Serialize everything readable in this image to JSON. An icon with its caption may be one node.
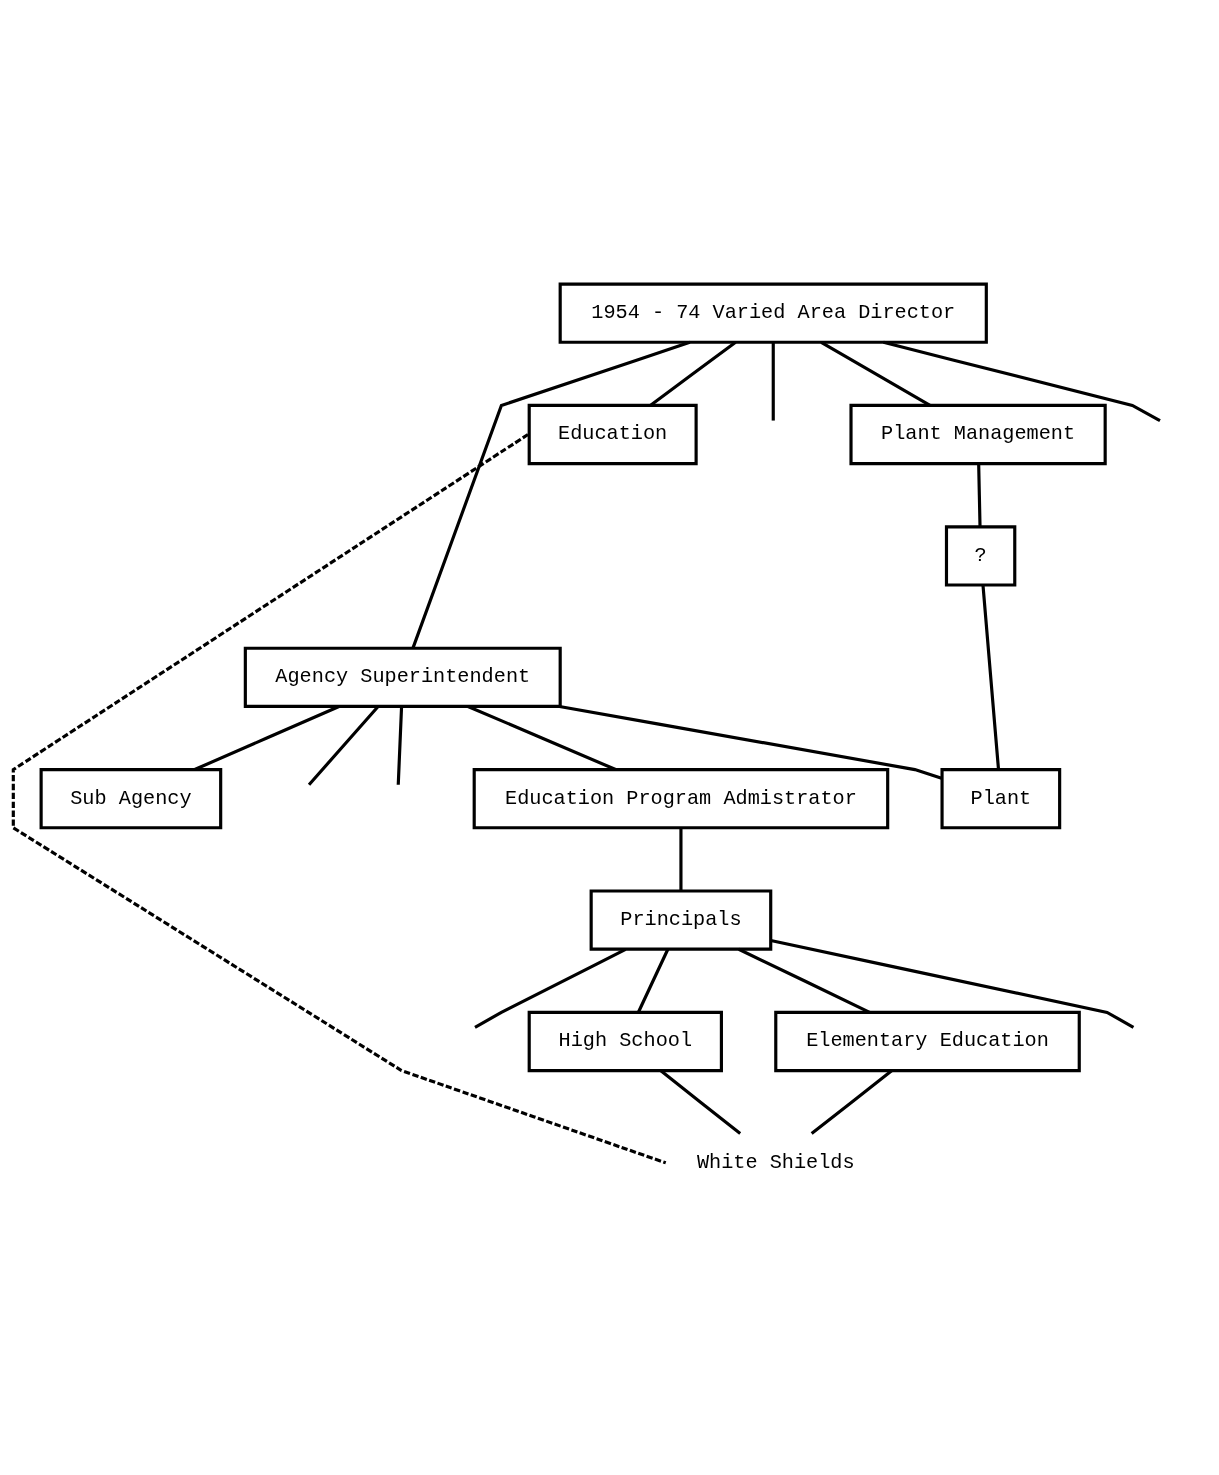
{
  "diagram": {
    "nodes": [
      {
        "text": [
          "1954 - 74 Varied Area Director"
        ]
      },
      {
        "text": [
          "Education"
        ]
      },
      {
        "text": [
          "Plant Management"
        ]
      },
      {
        "text": [
          "?"
        ]
      },
      {
        "text": [
          "Agency Superintendent"
        ]
      },
      {
        "text": [
          "Sub Agency"
        ]
      },
      {
        "text": [
          "Education Program Admistrator"
        ]
      },
      {
        "text": [
          "Plant"
        ]
      },
      {
        "text": [
          "Principals"
        ]
      },
      {
        "text": [
          "High School"
        ]
      },
      {
        "text": [
          "Elementary Education"
        ]
      },
      {
        "text": [
          "White Shields"
        ]
      }
    ],
    "edges": [
      {
        "from": 0,
        "to": 4,
        "arrow": "none"
      },
      {
        "from": 0,
        "to": 1,
        "arrow": "none"
      },
      {
        "from": 0,
        "to": null,
        "arrow": "none"
      },
      {
        "from": 0,
        "to": 2,
        "arrow": "none"
      },
      {
        "from": 0,
        "to": null,
        "arrow": "none"
      },
      {
        "from": 2,
        "to": 3,
        "arrow": "none"
      },
      {
        "from": 3,
        "to": 7,
        "arrow": "none"
      },
      {
        "from": 4,
        "to": 5,
        "arrow": "none"
      },
      {
        "from": 4,
        "to": null,
        "arrow": "none"
      },
      {
        "from": 4,
        "to": null,
        "arrow": "none"
      },
      {
        "from": 4,
        "to": 6,
        "arrow": "none"
      },
      {
        "from": 4,
        "to": 7,
        "arrow": "none"
      },
      {
        "from": 6,
        "to": 8,
        "arrow": "none"
      },
      {
        "from": 8,
        "to": null,
        "arrow": "none"
      },
      {
        "from": 8,
        "to": 9,
        "arrow": "none"
      },
      {
        "from": 8,
        "to": 10,
        "arrow": "none"
      },
      {
        "from": 8,
        "to": null,
        "arrow": "none"
      },
      {
        "from": 9,
        "to": 11,
        "arrow": "none"
      },
      {
        "from": 10,
        "to": 11,
        "arrow": "none"
      },
      {
        "from": 1,
        "to": 11,
        "arrow": "none",
        "style": "dashed"
      }
    ]
  }
}
